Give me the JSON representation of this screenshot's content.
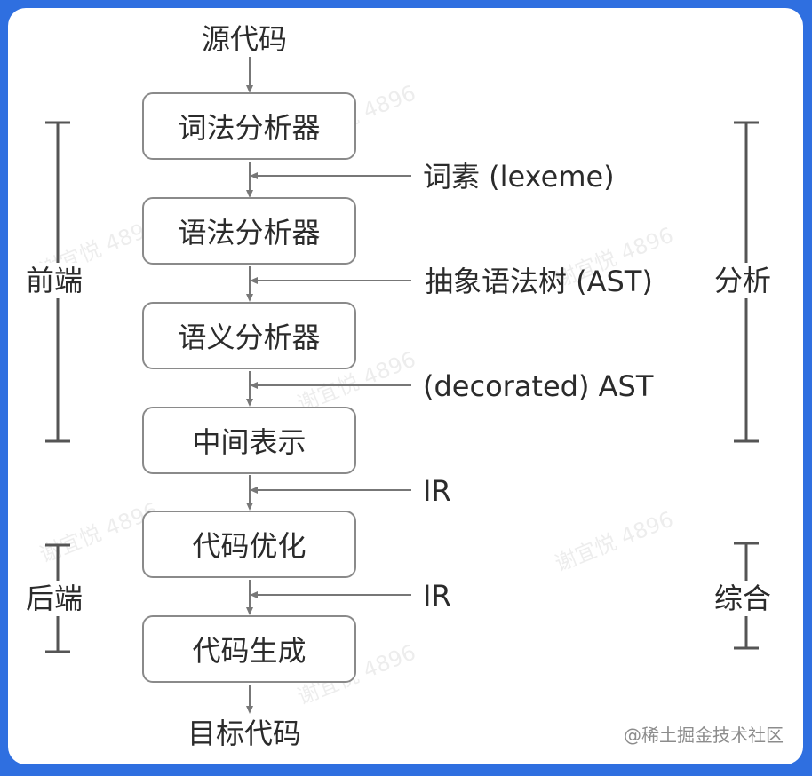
{
  "source": "源代码",
  "target": "目标代码",
  "stages": [
    {
      "label": "词法分析器"
    },
    {
      "label": "语法分析器"
    },
    {
      "label": "语义分析器"
    },
    {
      "label": "中间表示"
    },
    {
      "label": "代码优化"
    },
    {
      "label": "代码生成"
    }
  ],
  "outputs": [
    {
      "label": "词素 (lexeme)"
    },
    {
      "label": "抽象语法树 (AST)"
    },
    {
      "label": "(decorated) AST"
    },
    {
      "label": "IR"
    },
    {
      "label": "IR"
    }
  ],
  "phases": {
    "frontend": "前端",
    "backend": "后端",
    "analysis": "分析",
    "synthesis": "综合"
  },
  "watermark": "谢宜悦 4896",
  "footer": "@稀土掘金技术社区",
  "colors": {
    "frame": "#2f6fe0",
    "line": "#777777",
    "box_border": "#8a8a8a",
    "text": "#2b2b2b"
  }
}
